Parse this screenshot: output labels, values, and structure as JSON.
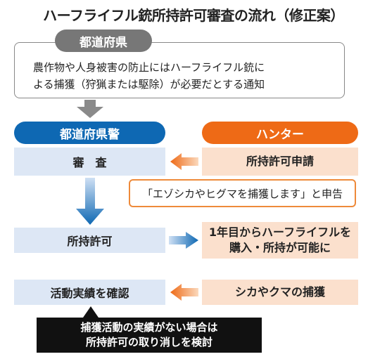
{
  "title": "ハーフライフル銃所持許可審査の流れ（修正案）",
  "prefecture": {
    "header": "都道府県",
    "notice_lines": [
      "農作物や人身被害の防止にはハーフライフル銃に",
      "よる捕獲（狩猟または駆除）が必要だとする通知"
    ]
  },
  "police": {
    "header": "都道府県警",
    "review": "審　査",
    "permit": "所持許可",
    "confirm": "活動実績を確認"
  },
  "hunter": {
    "header": "ハンター",
    "application": "所持許可申請",
    "declaration": "「エゾシカやヒグマを捕獲します」と申告",
    "purchase_lines": [
      "1年目からハーフライフルを",
      "購入・所持が可能に"
    ],
    "capture": "シカやクマの捕獲"
  },
  "warning_lines": [
    "捕獲活動の実績がない場合は",
    "所持許可の取り消しを検討"
  ],
  "colors": {
    "police_blue": "#0e68b3",
    "hunter_orange": "#ee6a16",
    "prefecture_gray": "#777777",
    "box_blue": "#dde7f5",
    "box_orange": "#fbe0cd"
  }
}
